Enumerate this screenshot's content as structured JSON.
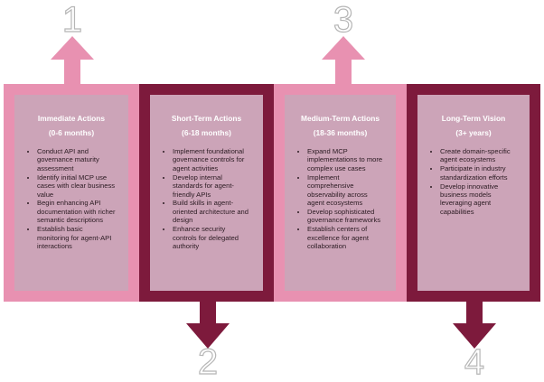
{
  "colors": {
    "light": "#e891b1",
    "dark": "#7d1a3c",
    "card": "#cca4b8"
  },
  "phases": [
    {
      "number": "1",
      "title": "Immediate Actions",
      "period": "(0-6 months)",
      "items": [
        "Conduct API and governance maturity assessment",
        "Identify initial MCP use cases with clear business value",
        "Begin enhancing API documentation with richer semantic descriptions",
        "Establish basic monitoring for agent-API interactions"
      ]
    },
    {
      "number": "2",
      "title": "Short-Term Actions",
      "period": "(6-18 months)",
      "items": [
        "Implement foundational governance controls for agent activities",
        "Develop internal standards for agent-friendly APIs",
        "Build skills in agent-oriented architecture and design",
        "Enhance security controls for delegated authority"
      ]
    },
    {
      "number": "3",
      "title": "Medium-Term Actions",
      "period": "(18-36 months)",
      "items": [
        "Expand MCP implementations to more complex use cases",
        "Implement comprehensive observability across agent ecosystems",
        "Develop sophisticated governance frameworks",
        "Establish centers of excellence for agent collaboration"
      ]
    },
    {
      "number": "4",
      "title": "Long-Term Vision",
      "period": "(3+ years)",
      "items": [
        "Create domain-specific agent ecosystems",
        "Participate in industry standardization efforts",
        "Develop innovative business models leveraging agent capabilities"
      ]
    }
  ]
}
